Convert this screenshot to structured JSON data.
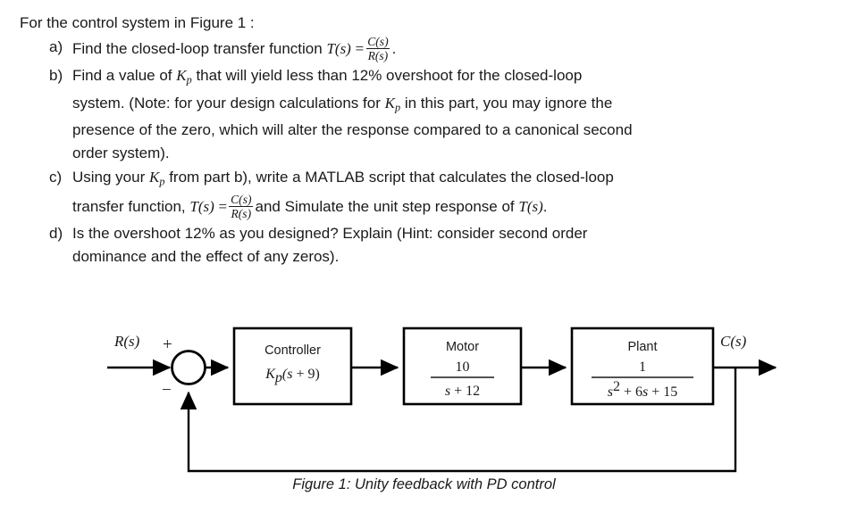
{
  "document": {
    "cut_off_heading": "",
    "intro": "For the control system in Figure 1 :",
    "items": [
      {
        "marker": "a)",
        "text_before": "Find the closed-loop transfer function",
        "math": {
          "lhs": "T(s)",
          "eq": "=",
          "num": "C(s)",
          "den": "R(s)"
        },
        "text_after": "."
      },
      {
        "marker": "b)",
        "line1_a": "Find a value of",
        "line1_k": "K",
        "line1_ksub": "p",
        "line1_b": "that will yield less than 12% overshoot for the closed-loop",
        "line2_a": "system. (Note: for your design calculations for",
        "line2_b": "in this part, you may ignore the",
        "line3": "presence of the zero, which will alter the response compared to a canonical second",
        "line4": "order system)."
      },
      {
        "marker": "c)",
        "line1_a": "Using your",
        "line1_b": "from part b), write a MATLAB script that calculates the closed-loop",
        "line2_a": "transfer function,",
        "line2_lhs": "T(s)",
        "line2_eq": "=",
        "line2_num": "C(s)",
        "line2_den": "R(s)",
        "line2_b": "and Simulate the unit step response of",
        "line2_c": "T(s)",
        "line2_d": "."
      },
      {
        "marker": "d)",
        "line1": "Is the overshoot 12% as you designed? Explain (Hint: consider second order",
        "line2": "dominance and the effect of any zeros)."
      }
    ]
  },
  "diagram": {
    "input_label": "R(s)",
    "output_label": "C(s)",
    "sum_plus": "+",
    "sum_minus": "−",
    "blocks": [
      {
        "name": "controller",
        "title": "Controller",
        "expr_k": "K",
        "expr_ksub": "p",
        "expr_rest": "(s + 9)"
      },
      {
        "name": "motor",
        "title": "Motor",
        "num": "10",
        "den": "s + 12"
      },
      {
        "name": "plant",
        "title": "Plant",
        "num": "1",
        "den_s": "s",
        "den_sup": "2",
        "den_rest": "+ 6s + 15"
      }
    ],
    "caption": "Figure 1: Unity feedback with PD control"
  },
  "colors": {
    "ink": "#1a1a1a",
    "line": "#000000",
    "page": "#ffffff"
  }
}
